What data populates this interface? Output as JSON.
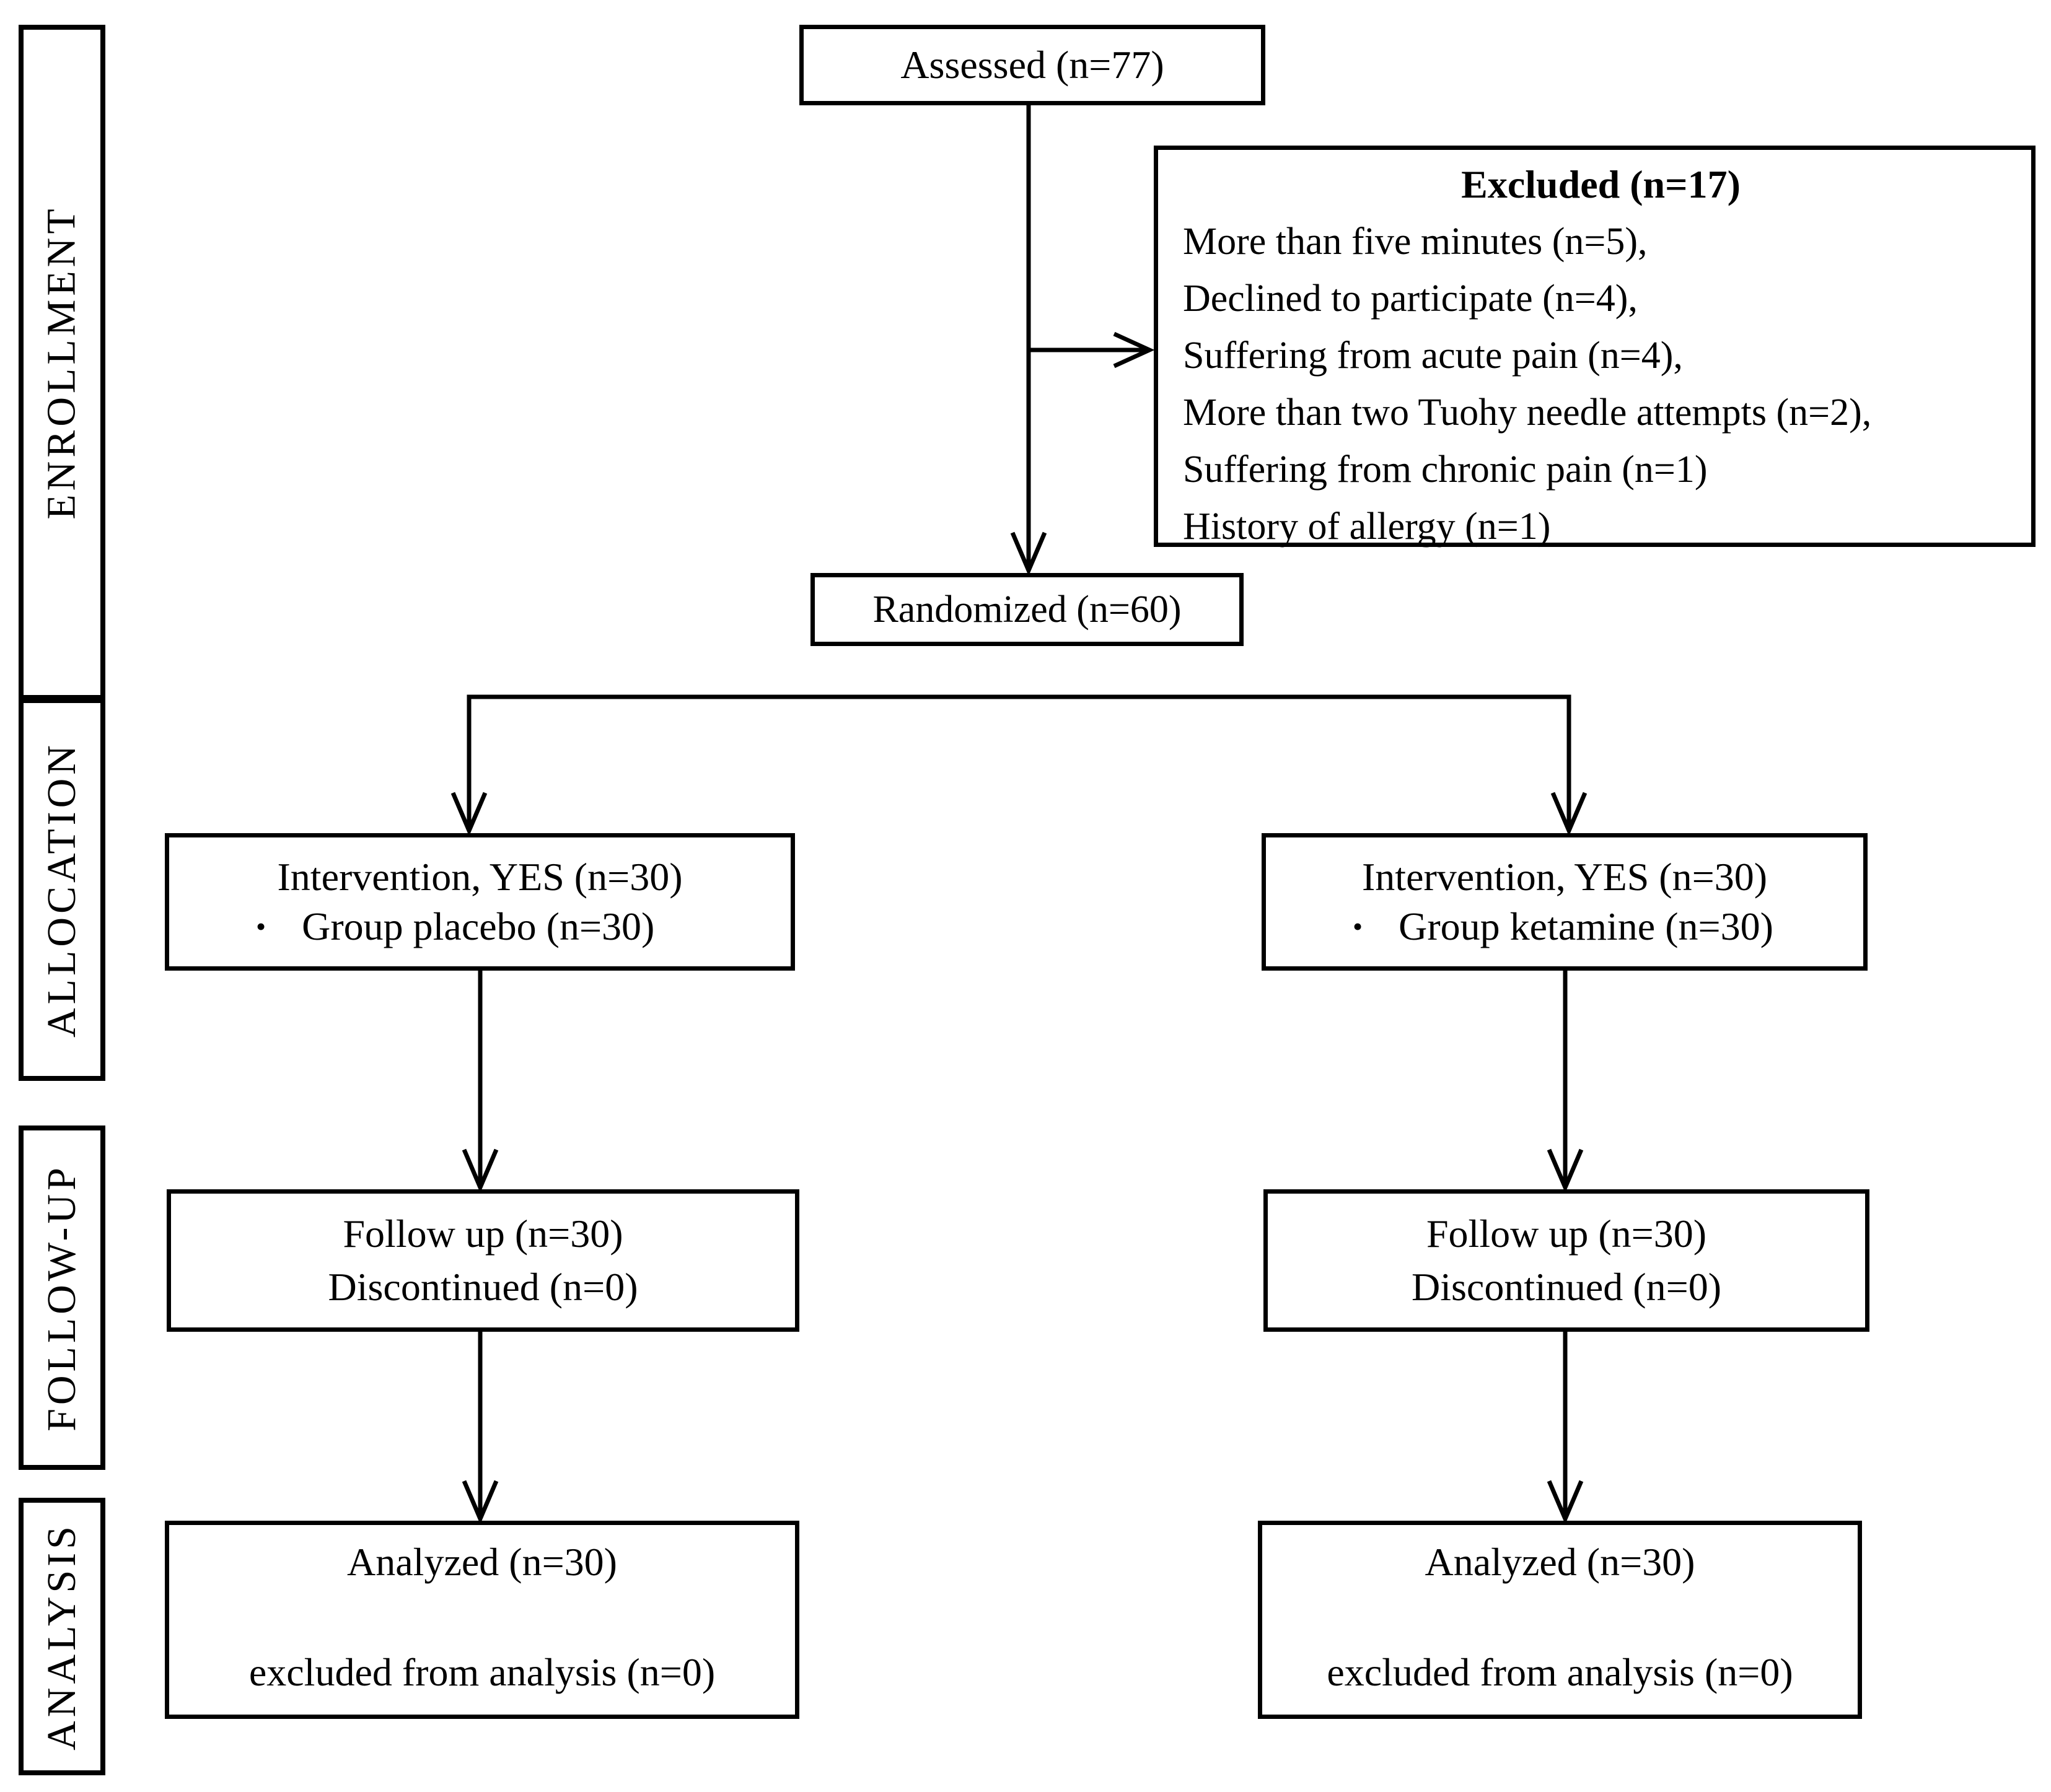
{
  "figure": {
    "title_semantic": "CONSORT participant flow diagram",
    "colors": {
      "ink": "#000000",
      "background": "#ffffff"
    },
    "bullet_char": "•",
    "stages": [
      {
        "label": "ENROLLMENT"
      },
      {
        "label": "ALLOCATION"
      },
      {
        "label": "FOLLOW-UP"
      },
      {
        "label": "ANALYSIS"
      }
    ],
    "enrollment": {
      "assessed": "Assessed (n=77)",
      "excluded_title": "Excluded (n=17)",
      "excluded_reasons": [
        "More than five minutes (n=5),",
        "Declined to participate (n=4),",
        "Suffering from acute pain (n=4),",
        "More than two Tuohy needle attempts (n=2),",
        "Suffering from chronic pain (n=1)",
        "History of allergy (n=1)"
      ],
      "randomized": "Randomized (n=60)"
    },
    "columns": [
      {
        "allocation_line1": "Intervention, YES (n=30)",
        "allocation_item": "Group placebo (n=30)",
        "followup_line1": "Follow up (n=30)",
        "followup_line2": "Discontinued (n=0)",
        "analysis_line1": "Analyzed (n=30)",
        "analysis_line2": "excluded from analysis (n=0)"
      },
      {
        "allocation_line1": "Intervention, YES (n=30)",
        "allocation_item": "Group ketamine (n=30)",
        "followup_line1": "Follow up (n=30)",
        "followup_line2": "Discontinued (n=0)",
        "analysis_line1": "Analyzed (n=30)",
        "analysis_line2": "excluded from analysis (n=0)"
      }
    ]
  }
}
